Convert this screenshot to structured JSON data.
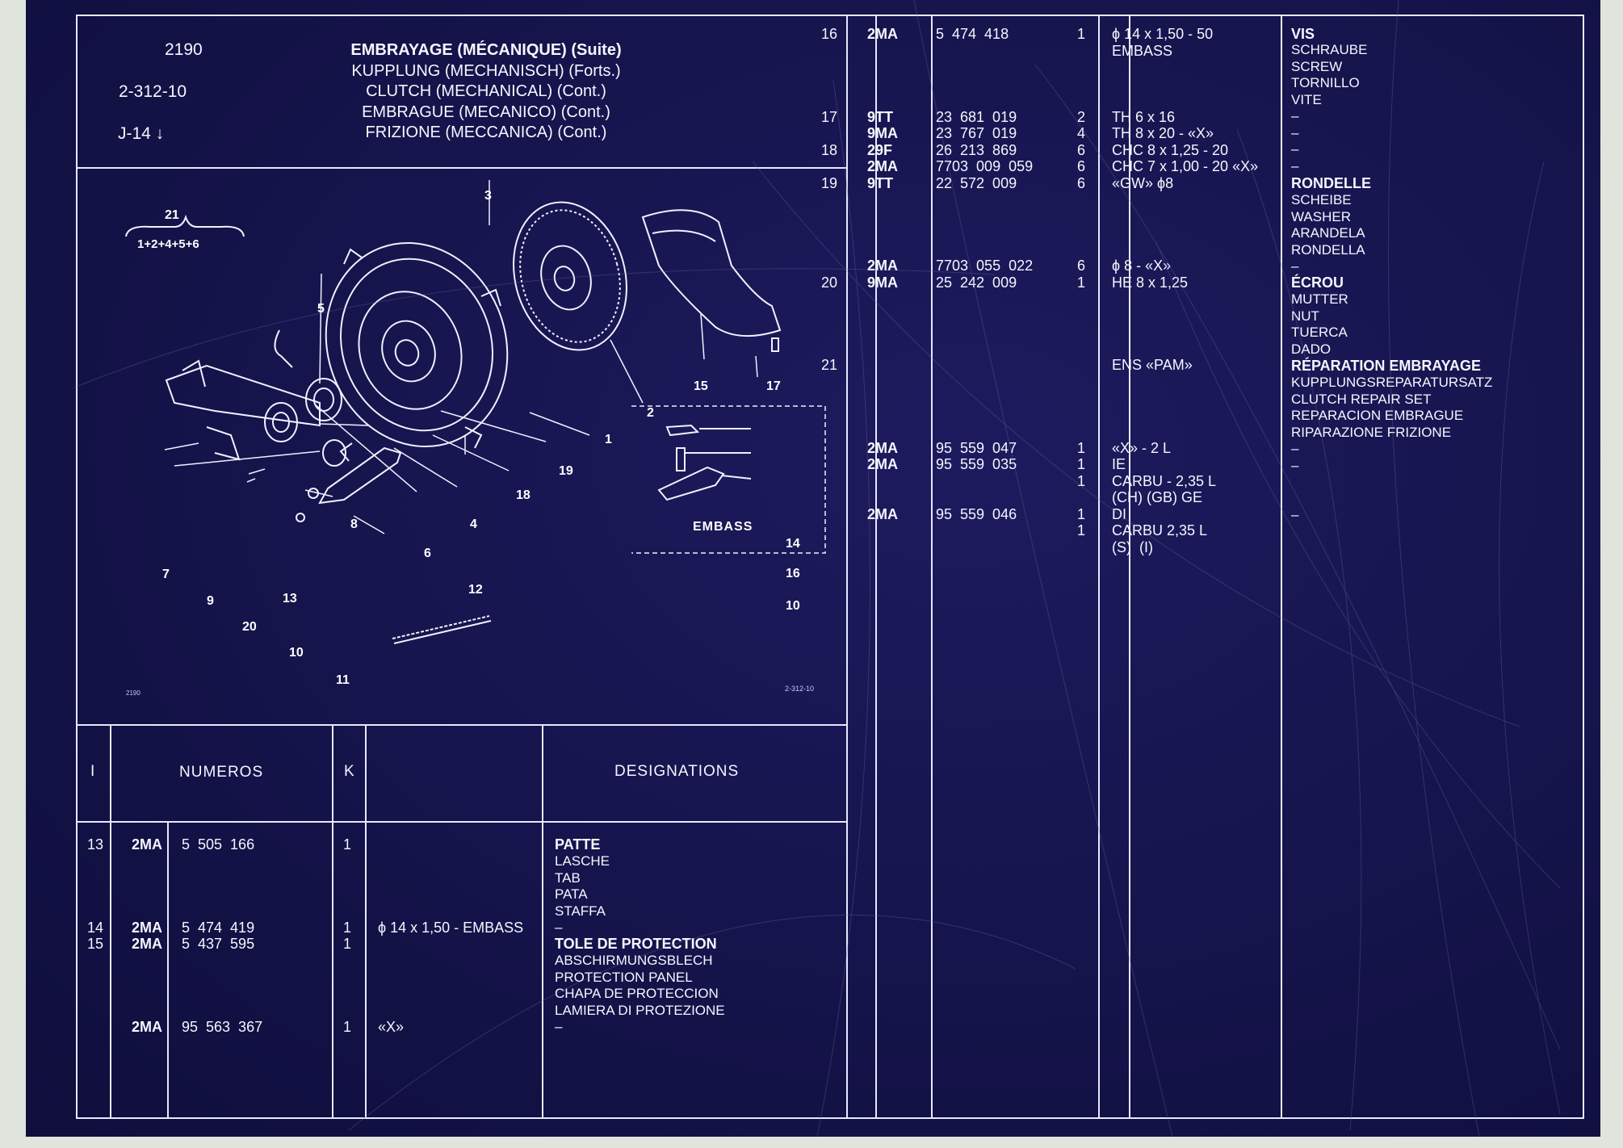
{
  "header": {
    "code_lines": [
      "2190",
      "2-312-10",
      "J-14 ↓"
    ],
    "title_lines": [
      "EMBRAYAGE (MÉCANIQUE) (Suite)",
      "KUPPLUNG (MECHANISCH) (Forts.)",
      "CLUTCH (MECHANICAL) (Cont.)",
      "EMBRAGUE (MECANICO) (Cont.)",
      "FRIZIONE (MECCANICA) (Cont.)"
    ]
  },
  "diagram": {
    "brace_number": "21",
    "brace_formula": "1+2+4+5+6",
    "callouts": [
      "3",
      "5",
      "2",
      "15",
      "17",
      "1",
      "19",
      "18",
      "8",
      "4",
      "6",
      "7",
      "9",
      "13",
      "20",
      "10",
      "11",
      "12"
    ],
    "inset_title": "EMBASS",
    "inset_callouts": [
      "14",
      "16",
      "10"
    ],
    "footer_left": "2190",
    "footer_right": "2-312-10"
  },
  "left_table": {
    "headers": {
      "index": "I",
      "numeros": "NUMEROS",
      "k": "K",
      "designations": "DESIGNATIONS"
    },
    "col_index": "13\n\n\n\n\n14\n15",
    "col_code": "2MA\n\n\n\n\n2MA\n2MA\n\n\n\n\n2MA",
    "col_number": "5  505  166\n\n\n\n\n5  474  419\n5  437  595\n\n\n\n\n95  563  367",
    "col_k": "1\n\n\n\n\n1\n1\n\n\n\n\n1",
    "col_spec": "\n\n\n\n\nϕ 14 x 1,50 - EMBASS\n\n\n\n\n\n«X»",
    "col_desig_1": "PATTE",
    "col_desig_2": "LASCHE\nTAB\nPATA\nSTAFFA\n–",
    "col_desig_3": "TOLE DE PROTECTION",
    "col_desig_4": "ABSCHIRMUNGSBLECH\nPROTECTION PANEL\nCHAPA DE PROTECCION\nLAMIERA DI PROTEZIONE\n–"
  },
  "right_table": {
    "col_index": "16\n\n\n\n\n17\n\n18\n\n19\n\n\n\n\n\n20\n\n\n\n\n21",
    "col_code": "2MA\n\n\n\n\n9TT\n9MA\n29F\n2MA\n9TT\n\n\n\n\n2MA\n9MA\n\n\n\n\n\n\n\n\n\n2MA\n2MA\n\n\n2MA",
    "col_number": "5  474  418\n\n\n\n\n23  681  019\n23  767  019\n26  213  869\n7703  009  059\n22  572  009\n\n\n\n\n7703  055  022\n25  242  009\n\n\n\n\n\n\n\n\n\n95  559  047\n95  559  035\n\n\n95  559  046",
    "col_k": "1\n\n\n\n\n2\n4\n6\n6\n6\n\n\n\n\n6\n1\n\n\n\n\n\n\n\n\n\n1\n1\n1\n\n1\n1",
    "col_spec": "ϕ 14 x 1,50 - 50\nEMBASS\n\n\n\nTH 6 x 16\nTH 8 x 20 - «X»\nCHC 8 x 1,25 - 20\nCHC 7 x 1,00 - 20 «X»\n«GW» ϕ8\n\n\n\n\nϕ 8 - «X»\nHE 8 x 1,25\n\n\n\n\nENS «PAM»\n\n\n\n\n«X» - 2 L\nIE\nCARBU - 2,35 L\n(CH) (GB) GE\nDI\nCARBU 2,35 L\n(S)  (I)",
    "desig_vis": "VIS",
    "desig_vis_tr": "SCHRAUBE\nSCREW\nTORNILLO\nVITE\n–\n–\n–\n–",
    "desig_rond": "RONDELLE",
    "desig_rond_tr": "SCHEIBE\nWASHER\nARANDELA\nRONDELLA\n–",
    "desig_ecrou": "ÉCROU",
    "desig_ecrou_tr": "MUTTER\nNUT\nTUERCA\nDADO",
    "desig_rep": "RÉPARATION EMBRAYAGE",
    "desig_rep_tr": "KUPPLUNGSREPARATURSATZ\nCLUTCH REPAIR SET\nREPARACION EMBRAGUE\nRIPARAZIONE FRIZIONE\n–\n–\n\n\n–"
  }
}
